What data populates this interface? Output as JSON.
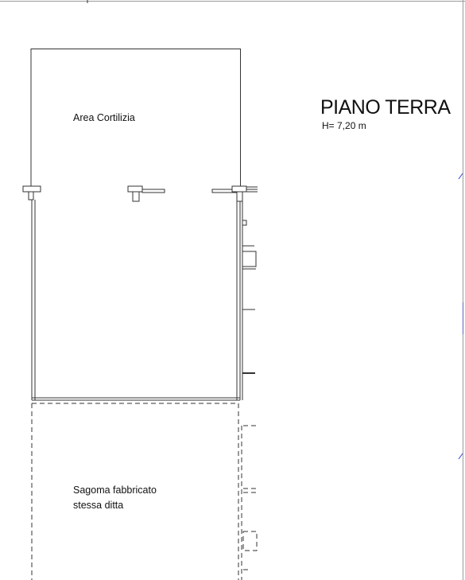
{
  "plan": {
    "title": "PIANO TERRA",
    "height_label": "H= 7,20 m",
    "courtyard_label": "Area Cortilizia",
    "building_label_line1": "Sagoma fabbricato",
    "building_label_line2": "stessa ditta"
  },
  "colors": {
    "line": "#333333",
    "border": "#9a9a9a",
    "edge_accent": "#3a3ad0"
  }
}
